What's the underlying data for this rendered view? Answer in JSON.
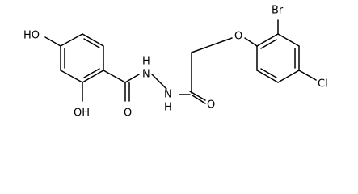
{
  "molecule": {
    "atoms": {
      "oh_top": "HO",
      "oh_bottom": "OH",
      "amide_oxygen": "O",
      "nh_left": "H\nN",
      "nh_right": "N\nH",
      "hydrazide_oxygen": "O",
      "ether_oxygen": "O",
      "bromine": "Br",
      "chlorine": "Cl"
    }
  }
}
